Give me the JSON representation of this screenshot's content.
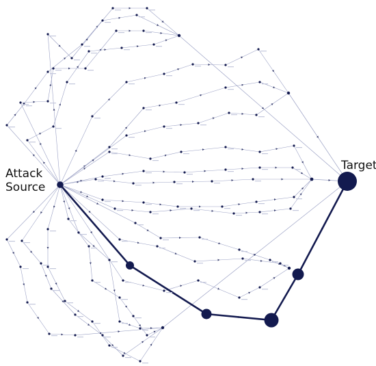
{
  "labels": {
    "attack_source_line1": "Attack",
    "attack_source_line2": "Source",
    "target": "Target"
  },
  "colors": {
    "node": "#131a4f",
    "edge": "#9aa0c4",
    "path": "#131a4f",
    "background": "#ffffff"
  },
  "icons": {
    "arrowhead": "triangle-arrow-icon"
  }
}
